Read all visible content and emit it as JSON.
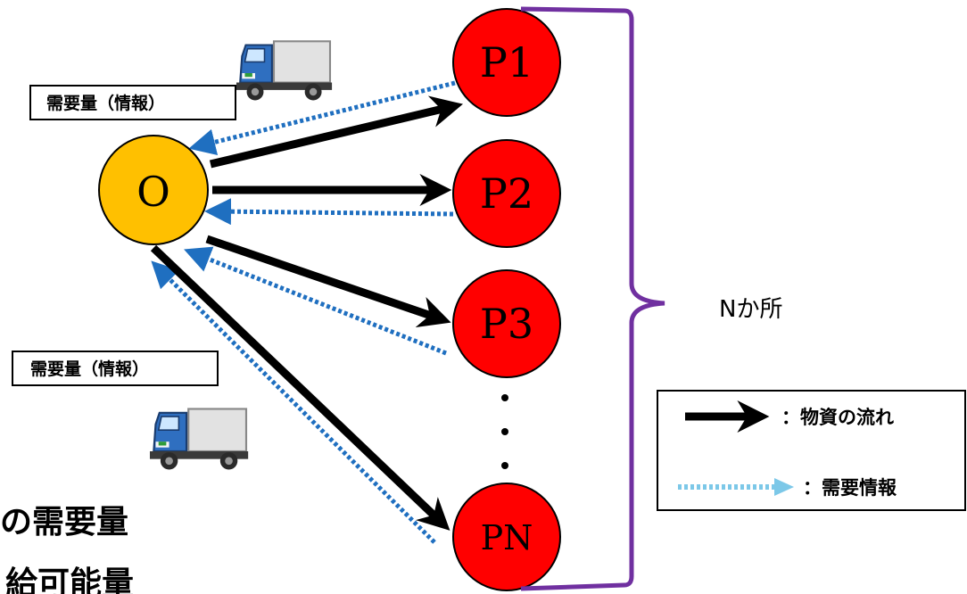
{
  "origin": {
    "label": "O"
  },
  "destinations": [
    {
      "label": "P1"
    },
    {
      "label": "P2"
    },
    {
      "label": "P3"
    },
    {
      "label": "PN"
    }
  ],
  "demand_labels": [
    {
      "text": "需要量（情報）"
    },
    {
      "text": "需要量（情報）"
    }
  ],
  "count_label": "Nか所",
  "legend": {
    "flow": "：物資の流れ",
    "demand": "：需要情報"
  },
  "bottom_text": {
    "line1": "の需要量",
    "line2": "給可能量"
  },
  "colors": {
    "origin": "#ffc000",
    "destination": "#ff0000",
    "flow_arrow": "#000000",
    "demand_arrow": "#1f6fc0",
    "legend_demand_arrow": "#7cc8e8",
    "brace": "#7030a0"
  },
  "icons": [
    "truck-icon",
    "truck-icon"
  ]
}
